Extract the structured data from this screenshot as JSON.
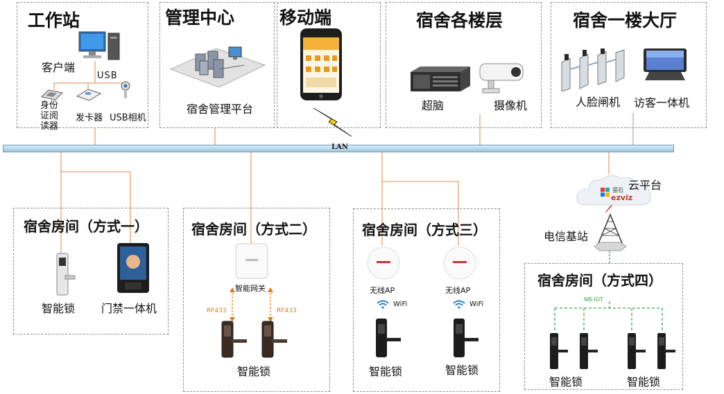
{
  "sections": {
    "workstation": {
      "title": "工作站",
      "client": "客户端",
      "usb": "USB",
      "id_reader": "身份证阅读器",
      "card_issuer": "发卡器",
      "usb_camera": "USB相机"
    },
    "management": {
      "title": "管理中心",
      "platform": "宿舍管理平台"
    },
    "mobile": {
      "title": "移动端"
    },
    "floors": {
      "title": "宿舍各楼层",
      "brain": "超脑",
      "camera": "摄像机"
    },
    "lobby": {
      "title": "宿舍一楼大厅",
      "face_gate": "人脸闸机",
      "visitor": "访客一体机"
    }
  },
  "network": {
    "lan": "LAN",
    "cloud": "云平台",
    "cloud_brand_cn": "萤石",
    "cloud_brand": "ezviz",
    "base_station": "电信基站"
  },
  "rooms": {
    "r1": {
      "title": "宿舍房间（方式一）",
      "lock": "智能锁",
      "access": "门禁一体机"
    },
    "r2": {
      "title": "宿舍房间（方式二）",
      "gateway": "智能网关",
      "rf_left": "RF433",
      "rf_right": "RF433",
      "lock": "智能锁"
    },
    "r3": {
      "title": "宿舍房间（方式三）",
      "ap_left": "无线AP",
      "ap_right": "无线AP",
      "wifi_left": "WiFi",
      "wifi_right": "WiFi",
      "lock_left": "智能锁",
      "lock_right": "智能锁"
    },
    "r4": {
      "title": "宿舍房间（方式四）",
      "nbiot": "NB-IOT",
      "lock_left": "智能锁",
      "lock_right": "智能锁"
    }
  },
  "colors": {
    "wire": "#e8a06a",
    "nbiot": "#3aa24a",
    "rf": "#e07b1a"
  }
}
